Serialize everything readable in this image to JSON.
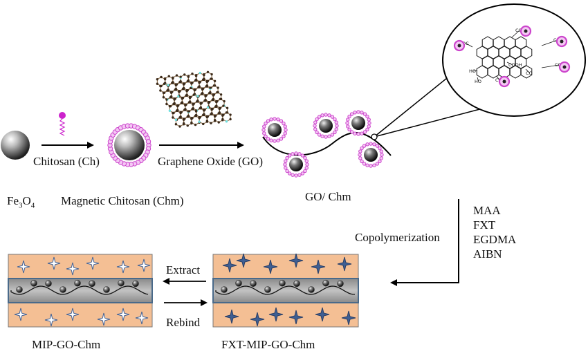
{
  "labels": {
    "chitosan": "Chitosan (Ch)",
    "graphene_oxide": "Graphene Oxide (GO)",
    "fe3o4_base": "Fe",
    "fe3o4_sub1": "3",
    "fe3o4_mid": "O",
    "fe3o4_sub2": "4",
    "magnetic_chitosan": "Magnetic Chitosan (Chm)",
    "go_chm": "GO/ Chm",
    "copolymerization": "Copolymerization",
    "extract": "Extract",
    "rebind": "Rebind",
    "mip": "MIP-GO-Chm",
    "fxt_mip": "FXT-MIP-GO-Chm"
  },
  "reagents": [
    "MAA",
    "FXT",
    "EGDMA",
    "AIBN"
  ],
  "zoom_groups": [
    "OC",
    "CO",
    "CO",
    "CO",
    "HO",
    "COOH",
    "CO",
    "HO",
    "CO"
  ],
  "colors": {
    "polymer": "#f4bf94",
    "band": "#9e9e9e",
    "band_border": "#4a6a8a",
    "template": "#3f5f93",
    "chitosan_ring": "#cc44cc",
    "chitosan_fill": "#f4c8f4"
  }
}
